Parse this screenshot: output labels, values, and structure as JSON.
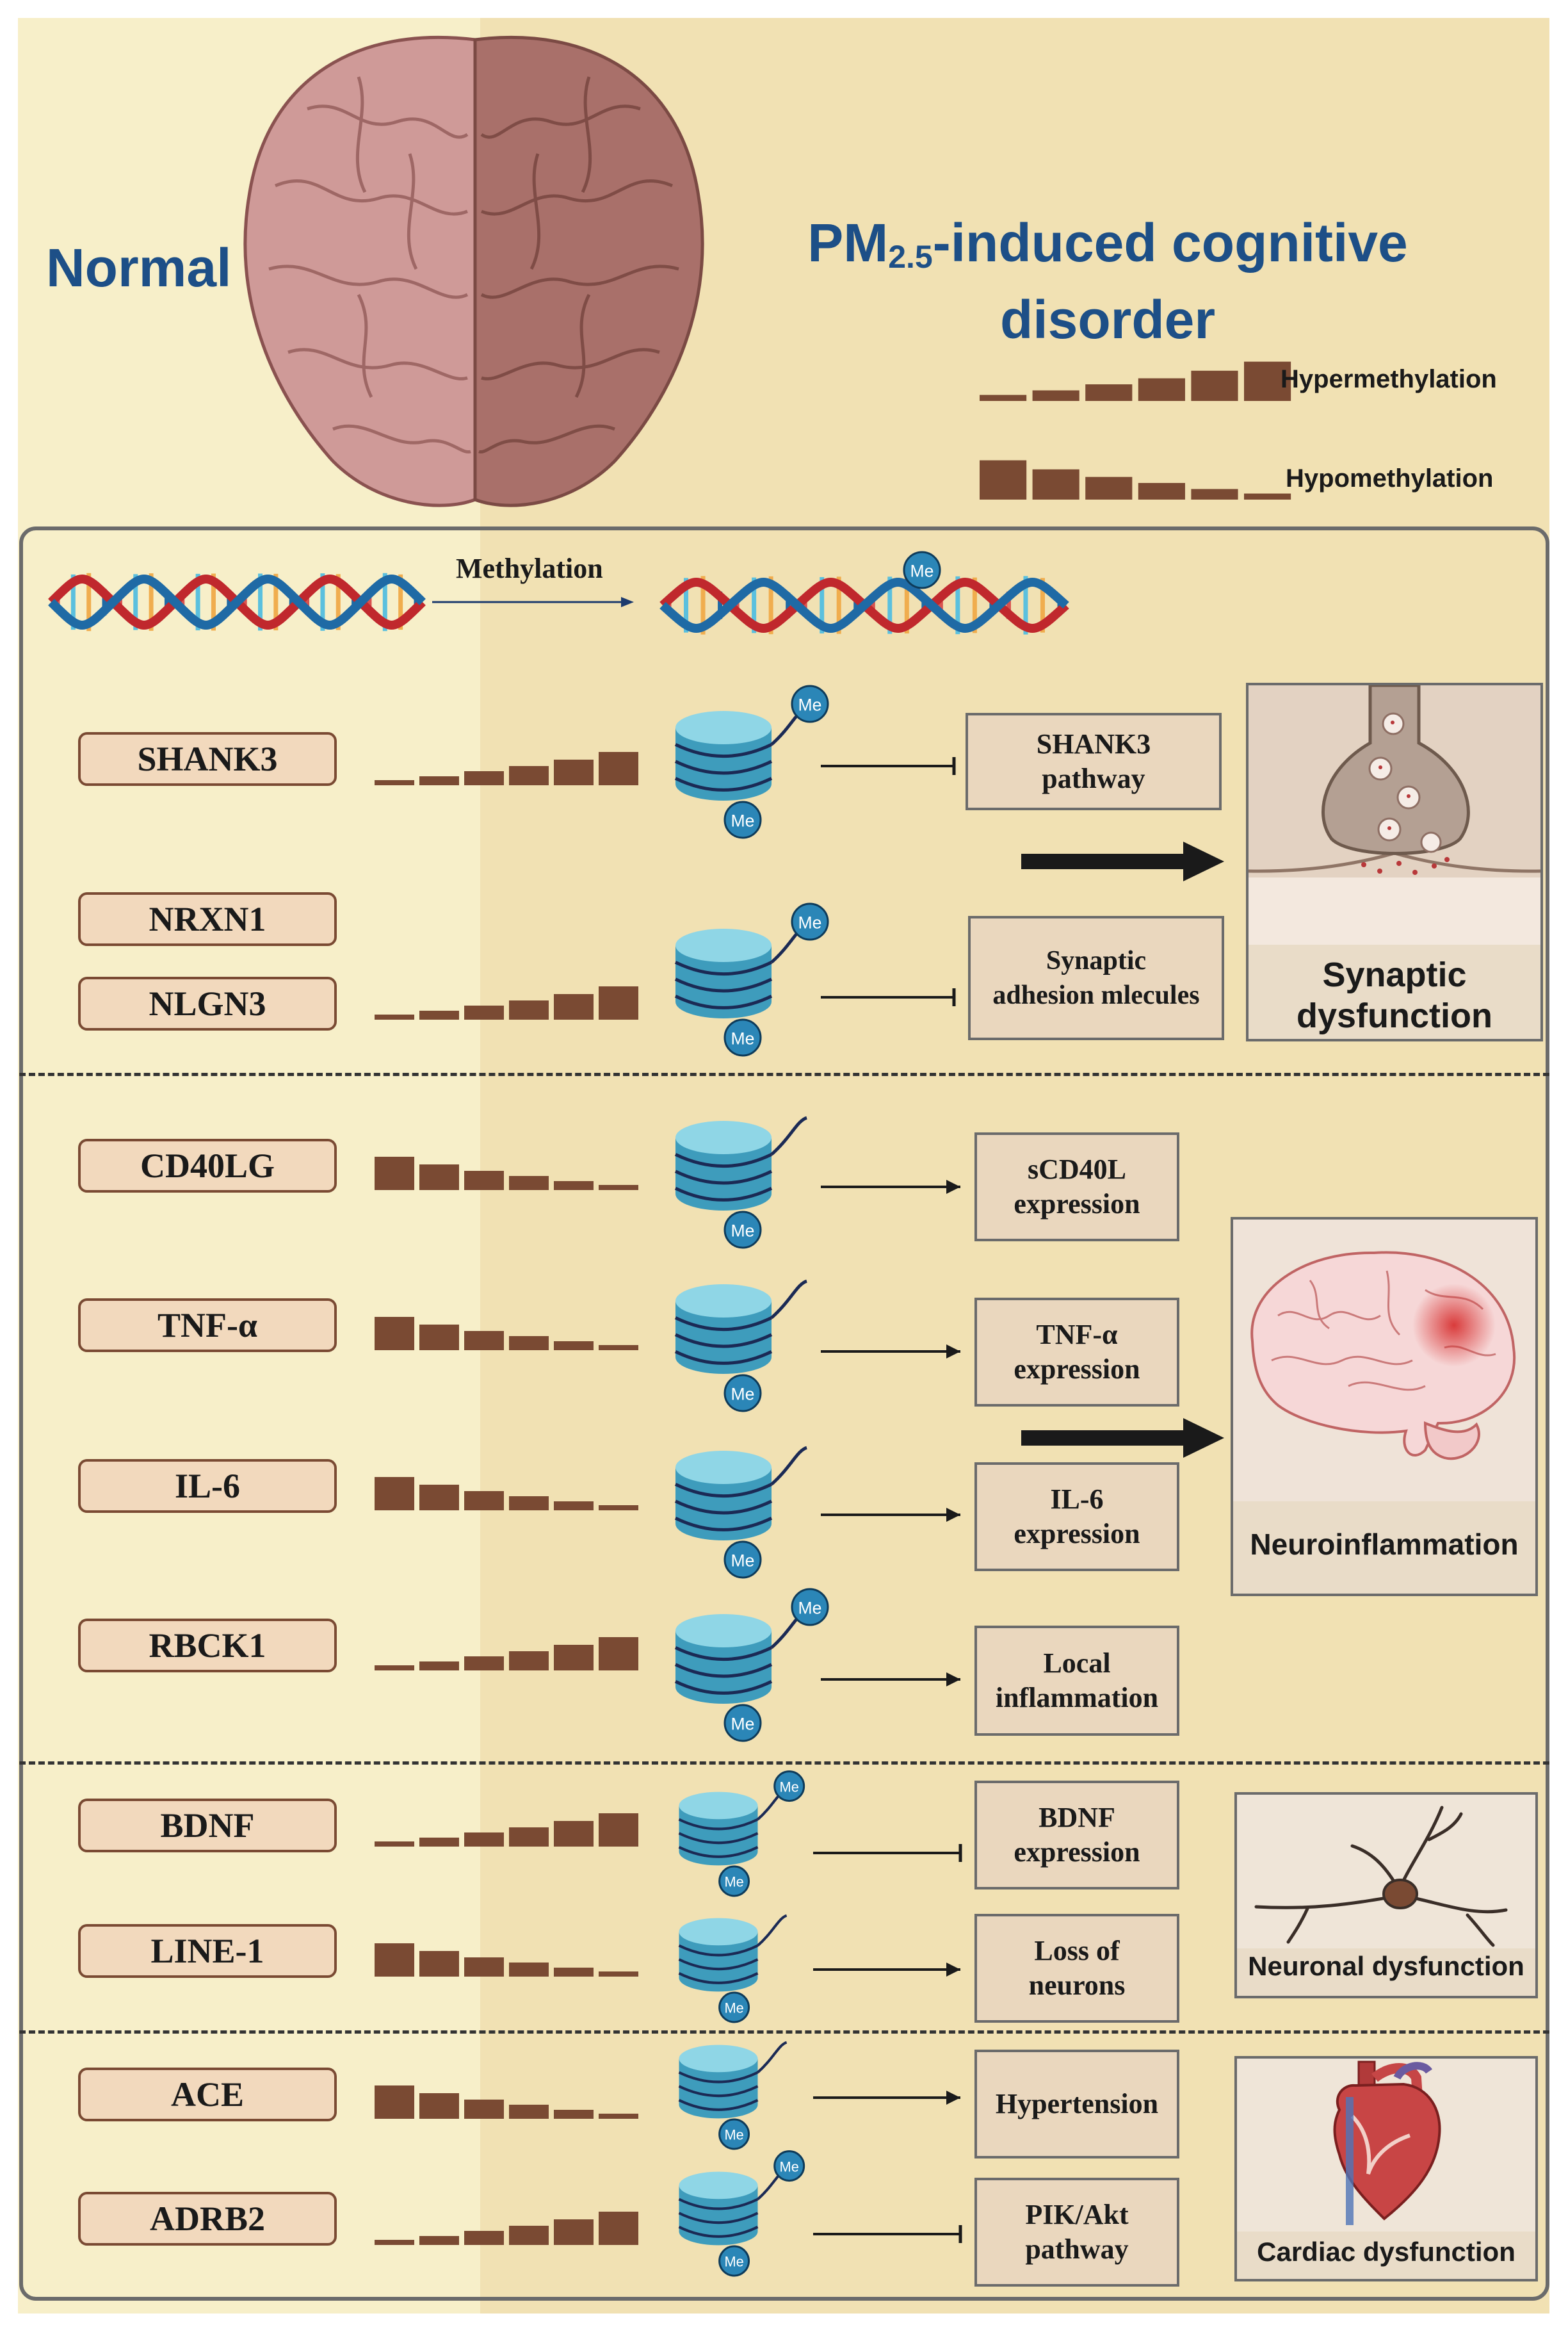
{
  "titles": {
    "normal": "Normal",
    "pm_main": "PM",
    "pm_sub": "2.5",
    "pm_rest": "-induced cognitive",
    "pm_line2": "disorder"
  },
  "legend": {
    "hyper": "Hypermethylation",
    "hypo": "Hypomethylation"
  },
  "methylation_label": "Methylation",
  "me_label": "Me",
  "genes": [
    {
      "name": "SHANK3",
      "trend": "hyper",
      "outcome": [
        "SHANK3",
        "pathway"
      ],
      "effect": "inhibit"
    },
    {
      "name": "NRXN1",
      "trend": "",
      "outcome": [],
      "effect": ""
    },
    {
      "name": "NLGN3",
      "trend": "hyper",
      "outcome": [
        "Synaptic",
        "adhesion mlecules"
      ],
      "effect": "inhibit"
    },
    {
      "name": "CD40LG",
      "trend": "hypo",
      "outcome": [
        "sCD40L",
        "expression"
      ],
      "effect": "promote"
    },
    {
      "name": "TNF-α",
      "trend": "hypo",
      "outcome": [
        "TNF-α",
        "expression"
      ],
      "effect": "promote"
    },
    {
      "name": "IL-6",
      "trend": "hypo",
      "outcome": [
        "IL-6",
        "expression"
      ],
      "effect": "promote"
    },
    {
      "name": "RBCK1",
      "trend": "hyper",
      "outcome": [
        "Local",
        "inflammation"
      ],
      "effect": "promote"
    },
    {
      "name": "BDNF",
      "trend": "hyper",
      "outcome": [
        "BDNF",
        "expression"
      ],
      "effect": "inhibit"
    },
    {
      "name": "LINE-1",
      "trend": "hypo",
      "outcome": [
        "Loss of",
        "neurons"
      ],
      "effect": "promote"
    },
    {
      "name": "ACE",
      "trend": "hypo",
      "outcome": [
        "Hypertension"
      ],
      "effect": "promote"
    },
    {
      "name": "ADRB2",
      "trend": "hyper",
      "outcome": [
        "PIK/Akt",
        "pathway"
      ],
      "effect": "inhibit"
    }
  ],
  "results": {
    "synaptic_1": "Synaptic",
    "synaptic_2": "dysfunction",
    "neuroinflammation": "Neuroinflammation",
    "neuronal": "Neuronal dysfunction",
    "cardiac": "Cardiac dysfunction"
  },
  "colors": {
    "left_bg": "#f7efc9",
    "right_bg": "#f1e1b3",
    "title_blue": "#1d4f87",
    "bar_brown": "#7a4a33",
    "gene_box": "#f2d9bd",
    "nucleosome": "#4fb6cf",
    "me_dot": "#2b86b7",
    "dna_red": "#c0282d",
    "dna_blue": "#1f6aa5"
  }
}
